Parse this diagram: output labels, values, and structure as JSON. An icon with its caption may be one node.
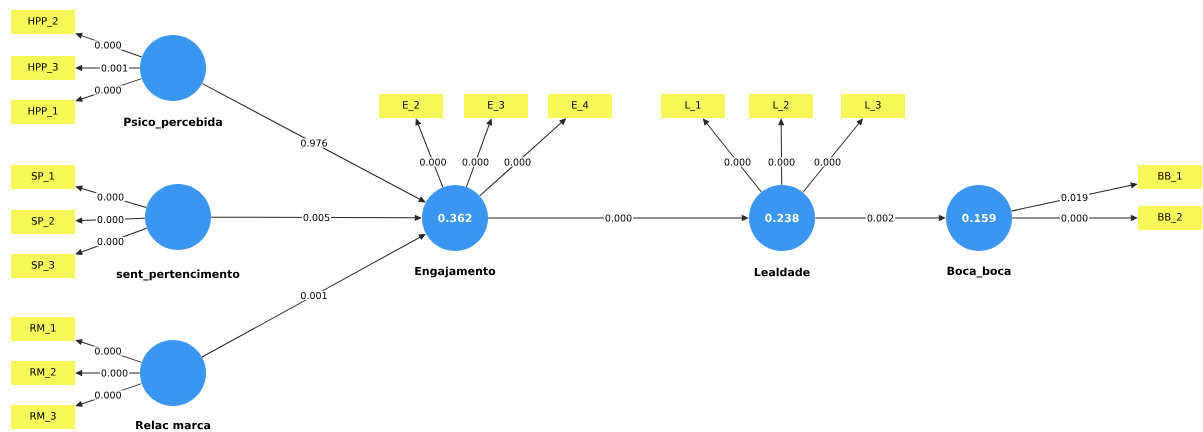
{
  "diagram": {
    "nodes": [
      {
        "text": [
          "HPP_2"
        ]
      },
      {
        "text": [
          "HPP_3"
        ]
      },
      {
        "text": [
          "HPP_1"
        ]
      },
      {
        "text": [
          "Psico_percebida"
        ]
      },
      {
        "text": [
          "SP_1"
        ]
      },
      {
        "text": [
          "SP_2"
        ]
      },
      {
        "text": [
          "SP_3"
        ]
      },
      {
        "text": [
          "sent_pertencimento"
        ]
      },
      {
        "text": [
          "RM_1"
        ]
      },
      {
        "text": [
          "RM_2"
        ]
      },
      {
        "text": [
          "RM_3"
        ]
      },
      {
        "text": [
          "Relac marca"
        ]
      },
      {
        "text": [
          "E_2"
        ]
      },
      {
        "text": [
          "E_3"
        ]
      },
      {
        "text": [
          "E_4"
        ]
      },
      {
        "text": [
          "0.362",
          "Engajamento"
        ]
      },
      {
        "text": [
          "L_1"
        ]
      },
      {
        "text": [
          "L_2"
        ]
      },
      {
        "text": [
          "L_3"
        ]
      },
      {
        "text": [
          "0.238",
          "Lealdade"
        ]
      },
      {
        "text": [
          "0.159",
          "Boca_boca"
        ]
      },
      {
        "text": [
          "BB_1"
        ]
      },
      {
        "text": [
          "BB_2"
        ]
      }
    ],
    "edges": [
      {
        "from": 3,
        "to": 0,
        "arrow": "to",
        "label": "0.000"
      },
      {
        "from": 3,
        "to": 1,
        "arrow": "to",
        "label": "0.001"
      },
      {
        "from": 3,
        "to": 2,
        "arrow": "to",
        "label": "0.000"
      },
      {
        "from": 7,
        "to": 4,
        "arrow": "to",
        "label": "0.000"
      },
      {
        "from": 7,
        "to": 5,
        "arrow": "to",
        "label": "0.000"
      },
      {
        "from": 7,
        "to": 6,
        "arrow": "to",
        "label": "0.000"
      },
      {
        "from": 11,
        "to": 8,
        "arrow": "to",
        "label": "0.000"
      },
      {
        "from": 11,
        "to": 9,
        "arrow": "to",
        "label": "0.000"
      },
      {
        "from": 11,
        "to": 10,
        "arrow": "to",
        "label": "0.000"
      },
      {
        "from": 3,
        "to": 15,
        "arrow": "to",
        "label": "0.976"
      },
      {
        "from": 7,
        "to": 15,
        "arrow": "to",
        "label": "0.005"
      },
      {
        "from": 11,
        "to": 15,
        "arrow": "to",
        "label": "0.001"
      },
      {
        "from": 15,
        "to": 12,
        "arrow": "to",
        "label": "0.000"
      },
      {
        "from": 15,
        "to": 13,
        "arrow": "to",
        "label": "0.000"
      },
      {
        "from": 15,
        "to": 14,
        "arrow": "to",
        "label": "0.000"
      },
      {
        "from": 15,
        "to": 19,
        "arrow": "to",
        "label": "0.000"
      },
      {
        "from": 19,
        "to": 16,
        "arrow": "to",
        "label": "0.000"
      },
      {
        "from": 19,
        "to": 17,
        "arrow": "to",
        "label": "0.000"
      },
      {
        "from": 19,
        "to": 18,
        "arrow": "to",
        "label": "0.000"
      },
      {
        "from": 19,
        "to": 20,
        "arrow": "to",
        "label": "0.002"
      },
      {
        "from": 20,
        "to": 21,
        "arrow": "to",
        "label": "0.019"
      },
      {
        "from": 20,
        "to": 22,
        "arrow": "to",
        "label": "0.000"
      }
    ]
  }
}
